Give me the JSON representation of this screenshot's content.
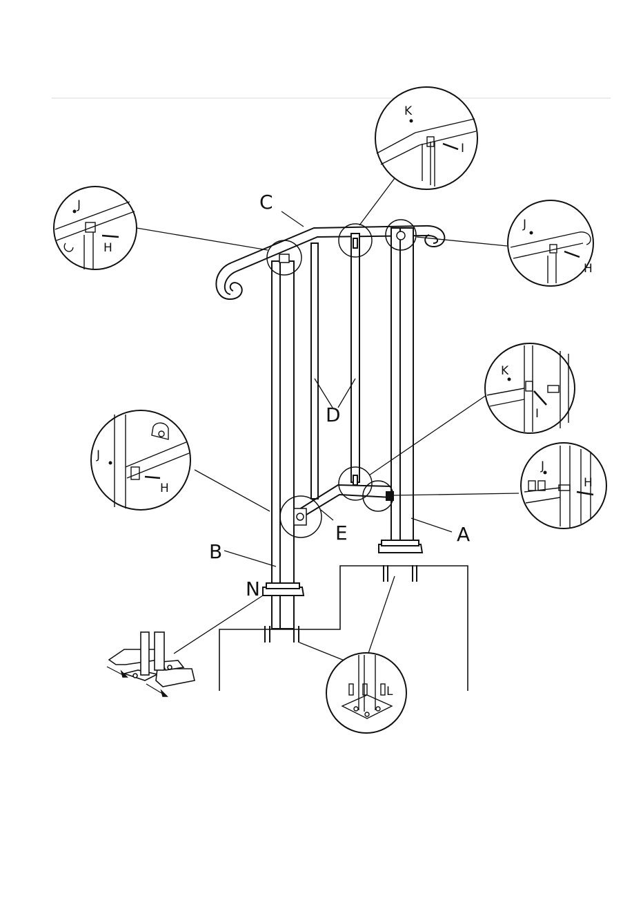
{
  "labels": {
    "A": "A",
    "B": "B",
    "C": "C",
    "D": "D",
    "E": "E",
    "N": "N"
  },
  "detail_labels": {
    "top_left_j": "J",
    "top_left_h": "H",
    "top_center_k": "K",
    "top_center_i": "I",
    "top_right_j": "J",
    "top_right_h": "H",
    "mid_right_k": "K",
    "mid_right_i": "I",
    "mid_left_j": "J",
    "mid_left_h": "H",
    "lower_right_j": "J",
    "lower_right_h": "H",
    "bottom_center_l": "L"
  },
  "colors": {
    "line": "#111111",
    "background": "#ffffff",
    "shade": "#dddddd"
  }
}
